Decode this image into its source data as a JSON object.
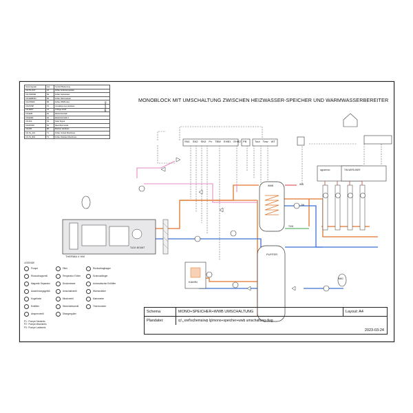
{
  "diagram": {
    "title": "MONOBLOCK MIT UMSCHALTUNG ZWISCHEN HEIZWASSER-SPEICHER UND WARMWASSERBEREITER",
    "components": {
      "heat_pump": "THERMA V HM",
      "buffer": "PUFFER",
      "fireplace": "KAMIN",
      "dhw_tank": "WWB",
      "controller_left": "apparemo",
      "controller_right": "TIM-WERLINER",
      "wall_mount": "TUCK\nMOUNT",
      "mixing_label": "MMG",
      "circ_label": "ZW",
      "temp_label": "TKW",
      "ww_label": "WW"
    },
    "top_terminals": [
      "SN1",
      "SN2",
      "SN3",
      "Pv",
      "TBW",
      "EHB1",
      "EHB2"
    ],
    "top_terminals2": [
      "PB"
    ],
    "top_terminals3": [
      "Tout",
      "Tww",
      "WT"
    ],
    "colors": {
      "supply": "#e0742a",
      "return": "#3b6fd4",
      "dhw_loop": "#e58ac1",
      "cold_water": "#3aa24a",
      "control": "#555555"
    }
  },
  "signal_table": {
    "header": [
      "Steuersignale",
      "Anz.",
      "Symbol Bedeutung"
    ],
    "rows": [
      [
        "CN-TO-OUT",
        "A1",
        "Fühler Außentemperatur"
      ],
      [
        "CN-TWATER",
        "B1",
        "Fühler Heizwasser"
      ],
      [
        "CN-WWB/SN",
        "B2",
        "Fühler Warmwasser"
      ],
      [
        "CN-FWWW",
        "B3",
        "Fühler WWB oben"
      ],
      [
        "CN-PUMP",
        "P1",
        "Umwälzpumpe Heizkreis"
      ],
      [
        "CN-3WAY",
        "V1",
        "3-Wege-Ventil"
      ],
      [
        "CN-EHB",
        "E1",
        "Elektroheizstab"
      ],
      [
        "CN-EHB2",
        "E2",
        "Elektroheizstab 2"
      ],
      [
        "CN-SOL",
        "S1",
        "Solar Signal"
      ],
      [
        "CN-ROOM",
        "R1",
        "Raumthermostat"
      ],
      [
        "CN-MIX",
        "M1",
        "Mischer Heizkreis"
      ],
      [
        "CN-TH_A01",
        "T1",
        "Fühler Vorlauf Mischkreis"
      ],
      [
        "CN-TH_B02",
        "T2",
        "Fühler Rücklauf Mischkreis"
      ]
    ],
    "side_label": "Steuerlogik"
  },
  "legend": {
    "heading": "LEGENDE",
    "col1": [
      "Pumpe",
      "Rückschlagventil",
      "Magnetic Separator",
      "Ausdehnungsgefäß",
      "Kugelhahn",
      "Entlüfter",
      "Absperrventil"
    ],
    "col2": [
      "Filter",
      "Temperatur-Fühler",
      "Druckmesser",
      "Umschaltventil",
      "Mischventil",
      "Sicherheitsventil",
      "Strangregulier"
    ],
    "col3": [
      "Rückschlagklappe",
      "Schmutzfänger",
      "Automatischer Entlüfter",
      "Wärmezähler",
      "Manometer",
      "Thermometer"
    ],
    "notes": [
      "P1 : Pumpe Heizkreis",
      "P2 : Pumpe Mischkreis",
      "P3 : Pumpe Ladekreis"
    ]
  },
  "title_block": {
    "schema_label": "Schema",
    "schema_value": "MONO+SPEICHER+WWB UMSCHALTUNG",
    "layout_label": "Layout: A4",
    "plan_label": "Plandatei:",
    "plan_value": "q:\\_xref\\schema\\wp lg\\mono+speicher+wwb umschaltung.dwg",
    "date": "2023-03-24"
  }
}
